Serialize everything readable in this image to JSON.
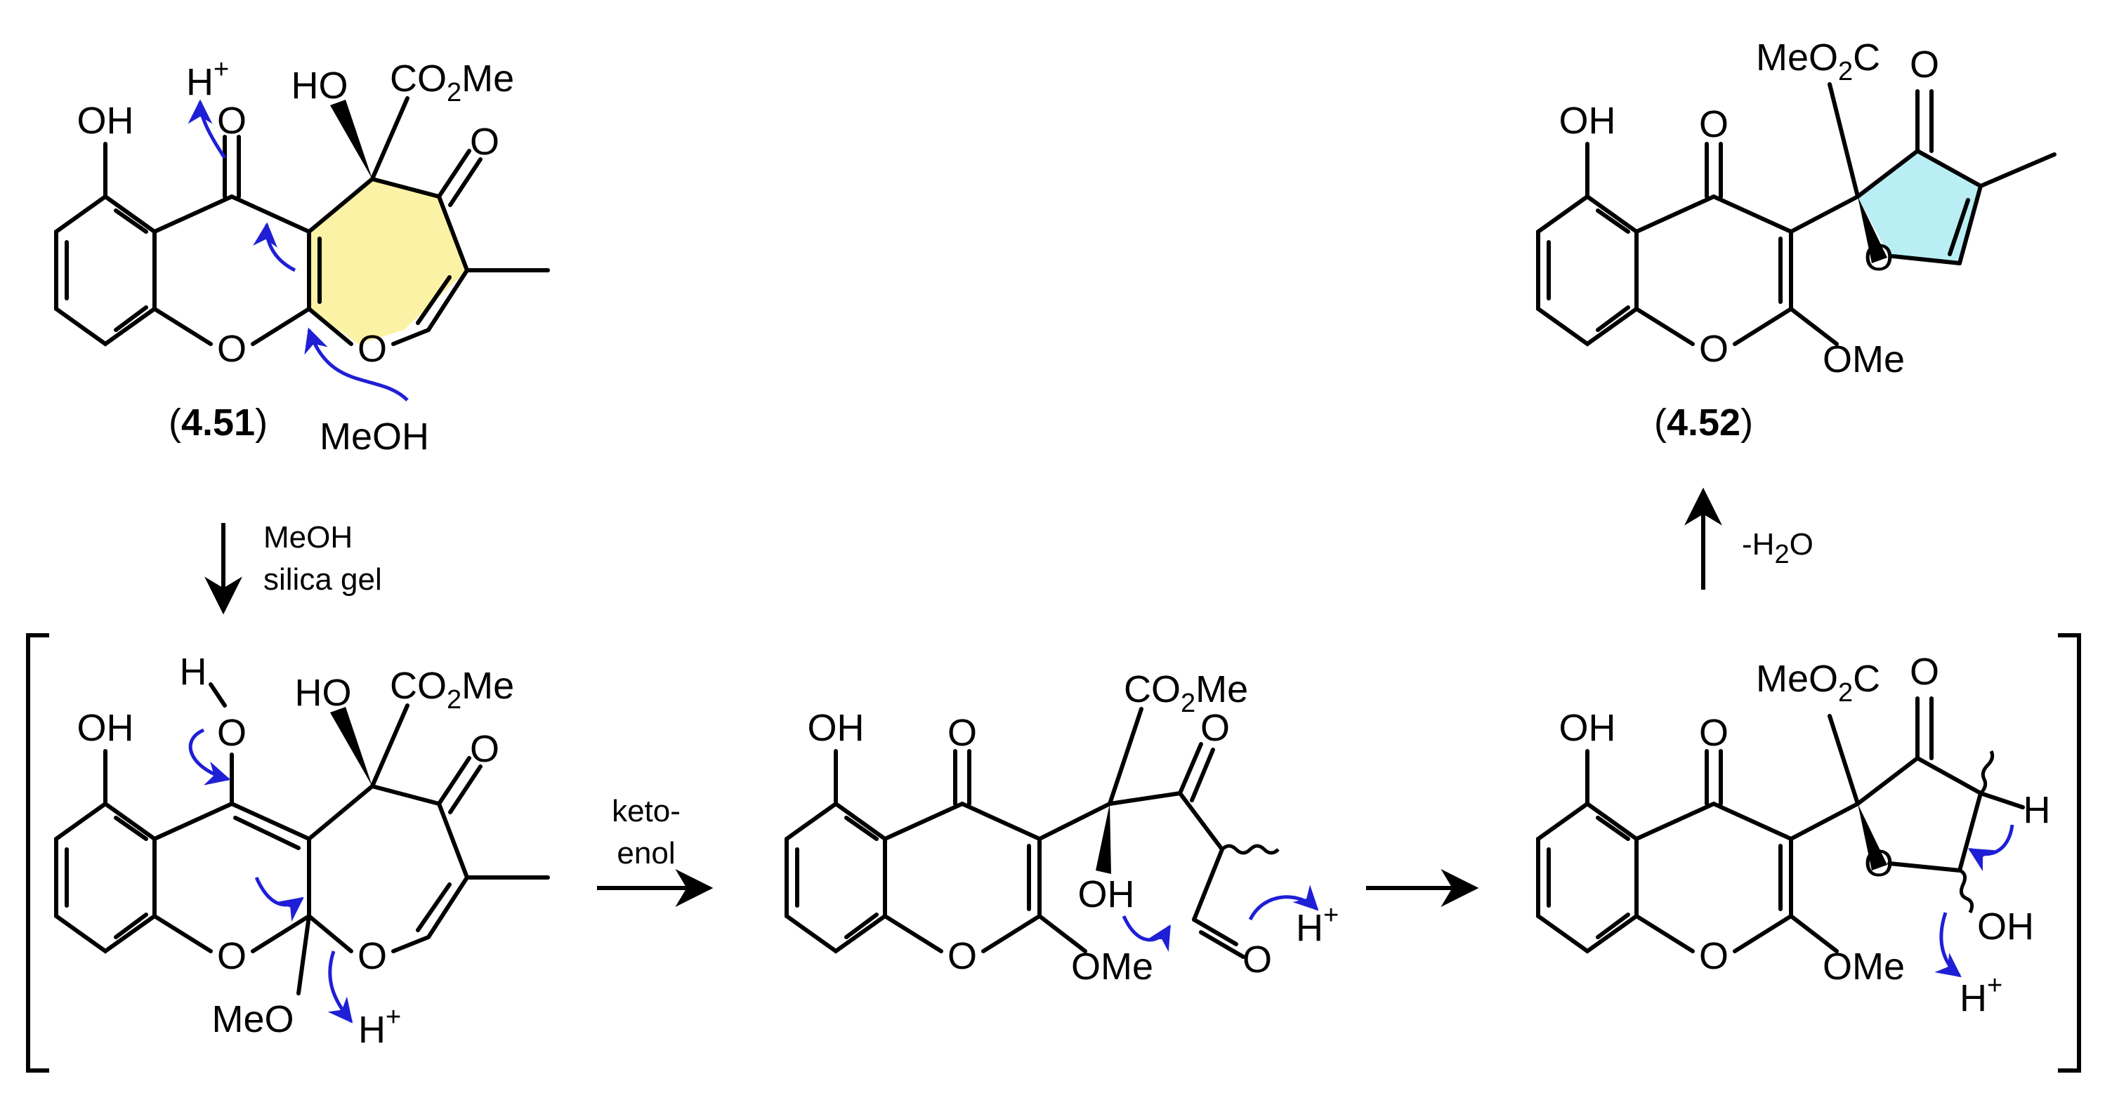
{
  "colors": {
    "bond": "#000000",
    "arrow_blue": "#1f1fd6",
    "oxepine_highlight": "#fbf2a5",
    "furanone_highlight": "#b9eef5"
  },
  "compounds": {
    "c451": {
      "open": "(",
      "id": "4.51",
      "close": ")"
    },
    "c452": {
      "open": "(",
      "id": "4.52",
      "close": ")"
    }
  },
  "labels": {
    "OH": "OH",
    "O": "O",
    "H": "H",
    "MeOH": "MeOH",
    "MeO": "MeO",
    "OMe": "OMe",
    "HO": "HO",
    "H_plus_base": "H",
    "plus": "+",
    "CO": "CO",
    "two": "2",
    "Me": "Me",
    "MeO_pre": "MeO",
    "C": "C"
  },
  "conditions": {
    "step1_line1": "MeOH",
    "step1_line2": "silica gel",
    "step2_line1": "keto-",
    "step2_line2": "enol",
    "step4_pre": "-H",
    "step4_sub": "2",
    "step4_post": "O"
  }
}
